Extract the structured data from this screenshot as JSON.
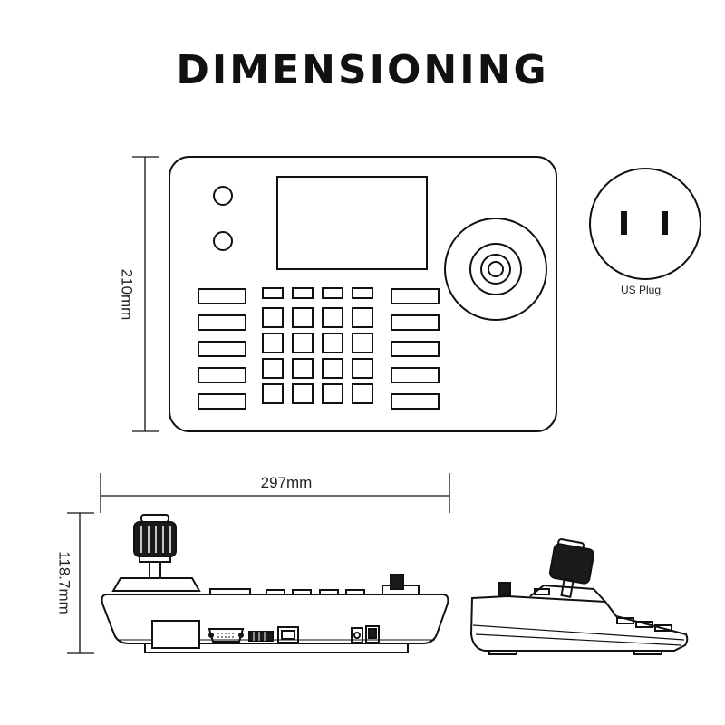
{
  "title": "DIMENSIONING",
  "dimensions": {
    "height": "210mm",
    "width": "297mm",
    "depth": "118.7mm"
  },
  "plug": {
    "label": "US Plug"
  }
}
